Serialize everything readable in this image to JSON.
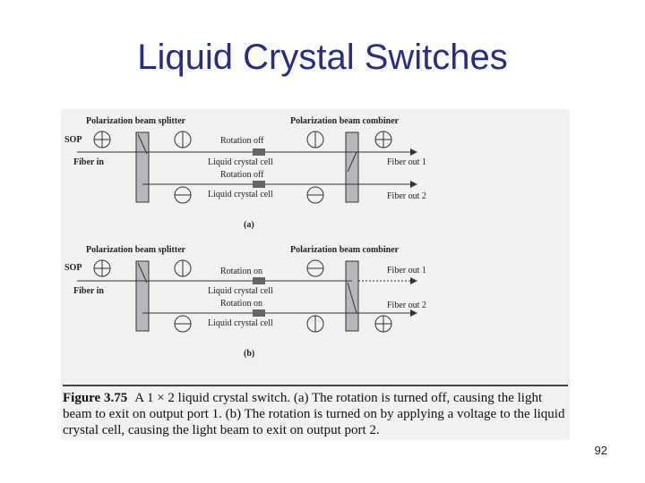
{
  "slide": {
    "title": "Liquid Crystal Switches",
    "page_number": "92"
  },
  "figure": {
    "panel_a": {
      "splitter": "Polarization beam splitter",
      "combiner": "Polarization beam combiner",
      "sop": "SOP",
      "fiber_in": "Fiber in",
      "rot_top": "Rotation off",
      "cell_top": "Liquid crystal cell",
      "rot_bottom": "Rotation off",
      "cell_bottom": "Liquid crystal cell",
      "out1": "Fiber out 1",
      "out2": "Fiber out 2",
      "label": "(a)"
    },
    "panel_b": {
      "splitter": "Polarization beam splitter",
      "combiner": "Polarization beam combiner",
      "sop": "SOP",
      "fiber_in": "Fiber in",
      "rot_top": "Rotation on",
      "cell_top": "Liquid crystal cell",
      "rot_bottom": "Rotation on",
      "cell_bottom": "Liquid crystal cell",
      "out1": "Fiber out 1",
      "out2": "Fiber out 2",
      "label": "(b)"
    },
    "caption": {
      "number": "Figure 3.75",
      "text": "A 1 × 2 liquid crystal switch. (a) The rotation is turned off, causing the light beam to exit on output port 1. (b) The rotation is turned on by applying a voltage to the liquid crystal cell, causing the light beam to exit on output port 2."
    }
  }
}
